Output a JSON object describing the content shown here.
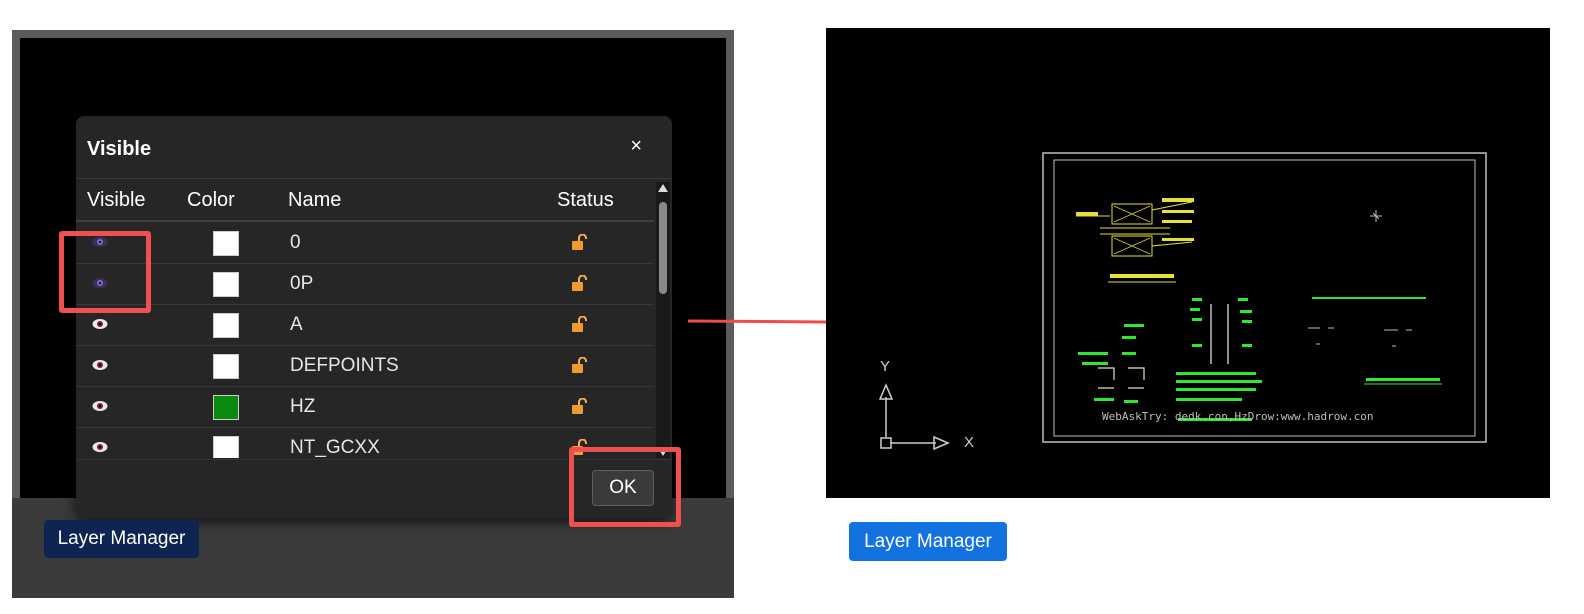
{
  "left_dialog": {
    "title": "Visible",
    "close_symbol": "×",
    "columns": {
      "visible": "Visible",
      "color": "Color",
      "name": "Name",
      "status": "Status"
    },
    "layers": [
      {
        "name": "0",
        "color": "#ffffff",
        "eye": "dim"
      },
      {
        "name": "0P",
        "color": "#ffffff",
        "eye": "dim"
      },
      {
        "name": "A",
        "color": "#ffffff",
        "eye": "on"
      },
      {
        "name": "DEFPOINTS",
        "color": "#ffffff",
        "eye": "on"
      },
      {
        "name": "HZ",
        "color": "#0b8a10",
        "eye": "on"
      },
      {
        "name": "NT_GCXX",
        "color": "#ffffff",
        "eye": "on"
      }
    ],
    "ok_label": "OK"
  },
  "left_button": {
    "label": "Layer Manager"
  },
  "right_button": {
    "label": "Layer Manager"
  },
  "right_canvas": {
    "axis_y": "Y",
    "axis_x": "X",
    "watermark": "WebAskTry:                dedk.con,HzDrow:www.hadrow.con"
  },
  "colors": {
    "highlight": "#f05050",
    "cad_yellow": "#e6e03a",
    "cad_green": "#2ee82e",
    "button_blue": "#1272e0",
    "button_navy": "#0d2550"
  }
}
